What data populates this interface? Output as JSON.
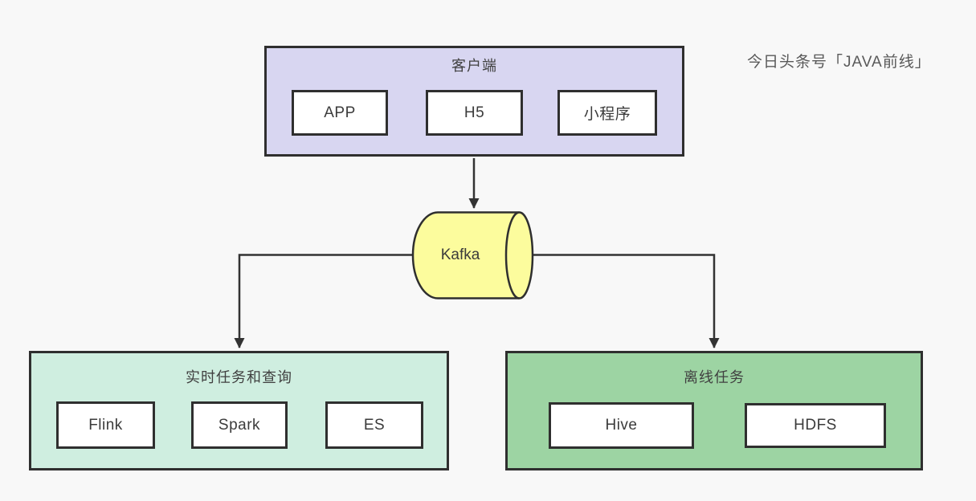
{
  "page": {
    "background": "#f8f8f8",
    "watermark": "今日头条号「JAVA前线」"
  },
  "colors": {
    "border": "#2f2f2f",
    "line": "#333333",
    "client_fill": "#d8d6f1",
    "queue_fill": "#fcfc9d",
    "realtime_fill": "#cfeee0",
    "offline_fill": "#9dd4a3",
    "node_fill": "#ffffff",
    "text": "#3b3b3b"
  },
  "diagram": {
    "client": {
      "title": "客户端",
      "nodes": [
        {
          "label": "APP"
        },
        {
          "label": "H5"
        },
        {
          "label": "小程序"
        }
      ]
    },
    "queue": {
      "label": "Kafka",
      "shape": "horizontal-cylinder"
    },
    "realtime": {
      "title": "实时任务和查询",
      "nodes": [
        {
          "label": "Flink"
        },
        {
          "label": "Spark"
        },
        {
          "label": "ES"
        }
      ]
    },
    "offline": {
      "title": "离线任务",
      "nodes": [
        {
          "label": "Hive"
        },
        {
          "label": "HDFS"
        }
      ]
    },
    "edges": [
      {
        "from": "client",
        "to": "queue",
        "arrow": "down"
      },
      {
        "from": "queue",
        "to": "realtime",
        "arrow": "down"
      },
      {
        "from": "queue",
        "to": "offline",
        "arrow": "down"
      }
    ]
  }
}
